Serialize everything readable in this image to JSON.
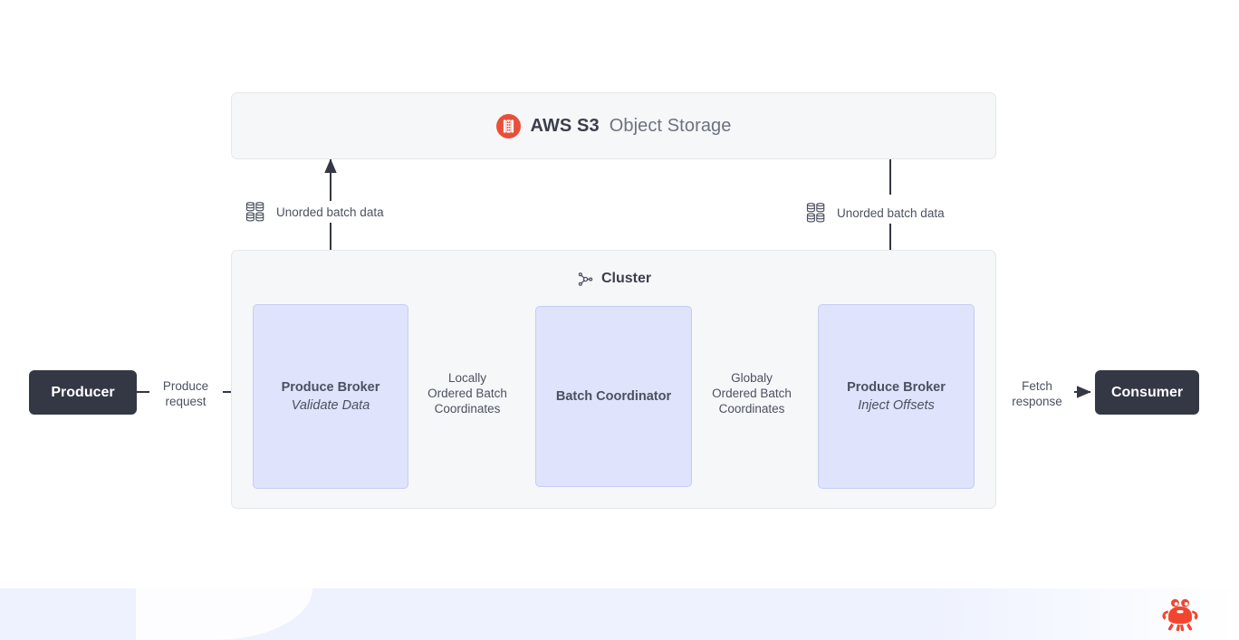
{
  "diagram": {
    "storage": {
      "name": "aws-s3-object-storage",
      "brand": "AWS S3",
      "descriptor": "Object Storage",
      "icon": "aws-s3-icon",
      "fill": "#f6f7f9",
      "border": "#e6e7ea",
      "icon_color": "#e8503a"
    },
    "cluster": {
      "name": "cluster",
      "title": "Cluster",
      "icon": "cluster-nodes-icon",
      "fill": "#f6f7f9",
      "border": "#e6e7ea"
    },
    "nodes": [
      {
        "id": "produce-broker-validate",
        "title": "Produce Broker",
        "subtitle": "Validate Data",
        "fill": "#dfe3fb",
        "border": "#c6cdf3"
      },
      {
        "id": "batch-coordinator",
        "title": "Batch Coordinator",
        "subtitle": "",
        "fill": "#dfe3fb",
        "border": "#c6cdf3"
      },
      {
        "id": "produce-broker-inject",
        "title": "Produce Broker",
        "subtitle": "Inject Offsets",
        "fill": "#dfe3fb",
        "border": "#c6cdf3"
      }
    ],
    "endpoints": [
      {
        "id": "producer",
        "label": "Producer",
        "fill": "#343744",
        "text_color": "#ffffff"
      },
      {
        "id": "consumer",
        "label": "Consumer",
        "fill": "#343744",
        "text_color": "#ffffff"
      }
    ],
    "edge_labels": {
      "produce_request": "Produce\nrequest",
      "locally_ordered": "Locally\nOrdered Batch\nCoordinates",
      "globaly_ordered": "Globaly\nOrdered Batch\nCoordinates",
      "fetch_response": "Fetch\nresponse"
    },
    "batch_data_labels": [
      {
        "id": "unorded-batch-data-upload",
        "text": "Unorded batch data",
        "icon": "database-grid-icon",
        "direction": "up"
      },
      {
        "id": "unorded-batch-data-download",
        "text": "Unorded batch data",
        "icon": "database-grid-icon",
        "direction": "down"
      }
    ],
    "branding": {
      "logo": "crab-logo",
      "logo_color": "#f2452f"
    },
    "colors": {
      "arrow": "#343744",
      "text": "#4b5160",
      "footer_band": "#eef2fe"
    }
  }
}
